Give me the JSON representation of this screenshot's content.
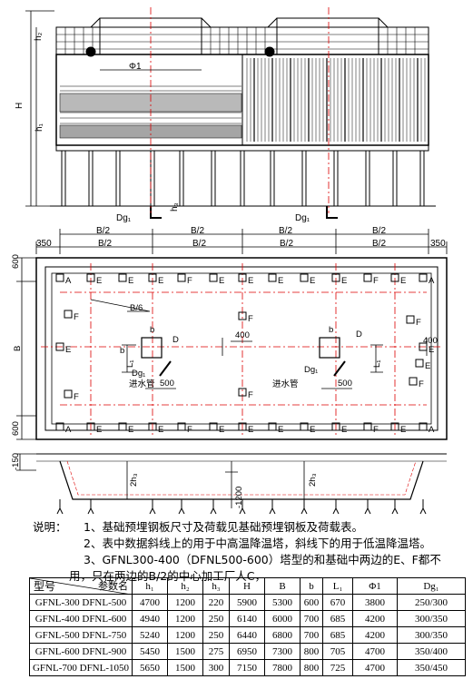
{
  "dims": {
    "h1": "h₁",
    "h2": "h₂",
    "h3": "h₃",
    "H": "H",
    "phi1": "Φ1",
    "dg1": "Dg₁",
    "d": "D",
    "b_half": "B/2",
    "b": "b",
    "B": "B",
    "L1": "L₁",
    "b_over_6": "B/6",
    "d350": "350",
    "d600": "600",
    "d400": "400",
    "d500": "500",
    "d150": "-150",
    "d1200": "-1200",
    "d2h3": "2h₃"
  },
  "plate_letters": {
    "A": "A",
    "E": "E",
    "F": "F"
  },
  "inlet_label": "进水管",
  "notes": {
    "lead": "说明：",
    "item1": "1、基础预埋钢板尺寸及荷载见基础预埋钢板及荷载表。",
    "item2": "2、表中数据斜线上的用于中高温降温塔，斜线下的用于低温降温塔。",
    "item3a": "3、GFNL300-400（DFNL500-600）塔型的和基础中两边的E、F都不",
    "item3b": "用，只在两边的B/2的中心加工厂人C，"
  },
  "table": {
    "corner_param": "参数名",
    "corner_model": "型号",
    "headers": [
      "h₁",
      "h₂",
      "h₃",
      "H",
      "B",
      "b",
      "L₁",
      "Φ1",
      "Dg₁"
    ],
    "rows": [
      [
        "GFNL-300 DFNL-500",
        "4700",
        "1200",
        "220",
        "5900",
        "5300",
        "600",
        "670",
        "3800",
        "250/300"
      ],
      [
        "GFNL-400 DFNL-600",
        "4940",
        "1200",
        "250",
        "6140",
        "6000",
        "700",
        "685",
        "4200",
        "300/350"
      ],
      [
        "GFNL-500 DFNL-750",
        "5240",
        "1200",
        "250",
        "6440",
        "6800",
        "700",
        "685",
        "4200",
        "300/350"
      ],
      [
        "GFNL-600 DFNL-900",
        "5450",
        "1500",
        "275",
        "6950",
        "7300",
        "800",
        "705",
        "4700",
        "350/400"
      ],
      [
        "GFNL-700 DFNL-1050",
        "5650",
        "1500",
        "300",
        "7150",
        "7800",
        "800",
        "725",
        "4700",
        "350/450"
      ]
    ]
  }
}
